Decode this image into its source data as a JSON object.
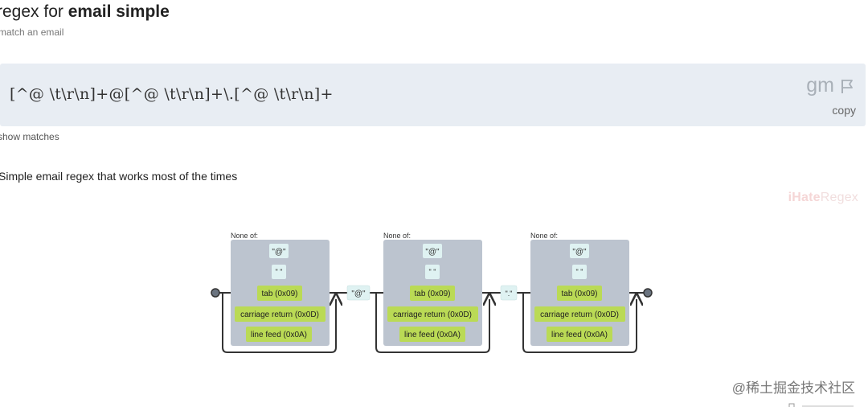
{
  "header": {
    "title_prefix": "regex for ",
    "title_bold": "email simple",
    "subtitle": "match an email"
  },
  "regex": {
    "pattern": "[^@ \\t\\r\\n]+@[^@ \\t\\r\\n]+\\.[^@ \\t\\r\\n]+",
    "flags": "gm",
    "flag_icon": "flag-icon",
    "copy_label": "copy"
  },
  "show_matches_label": "show matches",
  "description": "Simple email regex that works most of the times",
  "watermark": {
    "bold": "iHate",
    "light": "Regex"
  },
  "diagram": {
    "groups": [
      {
        "label": "None of:",
        "items": [
          "\"@\"",
          "\" \"",
          "tab (0x09)",
          "carriage return (0x0D)",
          "line feed (0x0A)"
        ]
      },
      {
        "label": "None of:",
        "items": [
          "\"@\"",
          "\" \"",
          "tab (0x09)",
          "carriage return (0x0D)",
          "line feed (0x0A)"
        ]
      },
      {
        "label": "None of:",
        "items": [
          "\"@\"",
          "\" \"",
          "tab (0x09)",
          "carriage return (0x0D)",
          "line feed (0x0A)"
        ]
      }
    ],
    "literals": [
      "\"@\"",
      "\".\""
    ],
    "colors": {
      "group_bg": "#bcc4cf",
      "literal_bg": "#dff2f2",
      "charclass_bg": "#bada55",
      "line": "#333333",
      "endpoint": "#6b7480"
    }
  },
  "footer": {
    "site_label": "@稀土掘金技术社区"
  }
}
